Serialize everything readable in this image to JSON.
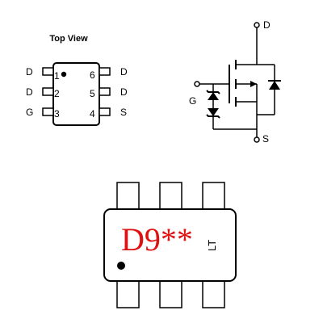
{
  "top_view": {
    "title": "Top View",
    "left_pins": [
      {
        "name": "D",
        "number": "1"
      },
      {
        "name": "D",
        "number": "2"
      },
      {
        "name": "G",
        "number": "3"
      }
    ],
    "right_pins": [
      {
        "name": "D",
        "number": "6"
      },
      {
        "name": "D",
        "number": "5"
      },
      {
        "name": "S",
        "number": "4"
      }
    ]
  },
  "schematic": {
    "drain_label": "D",
    "gate_label": "G",
    "source_label": "S"
  },
  "package_marking": {
    "code": "D9**",
    "lot_code": "LT"
  },
  "colors": {
    "marking": "#e01010",
    "line": "#000000"
  }
}
